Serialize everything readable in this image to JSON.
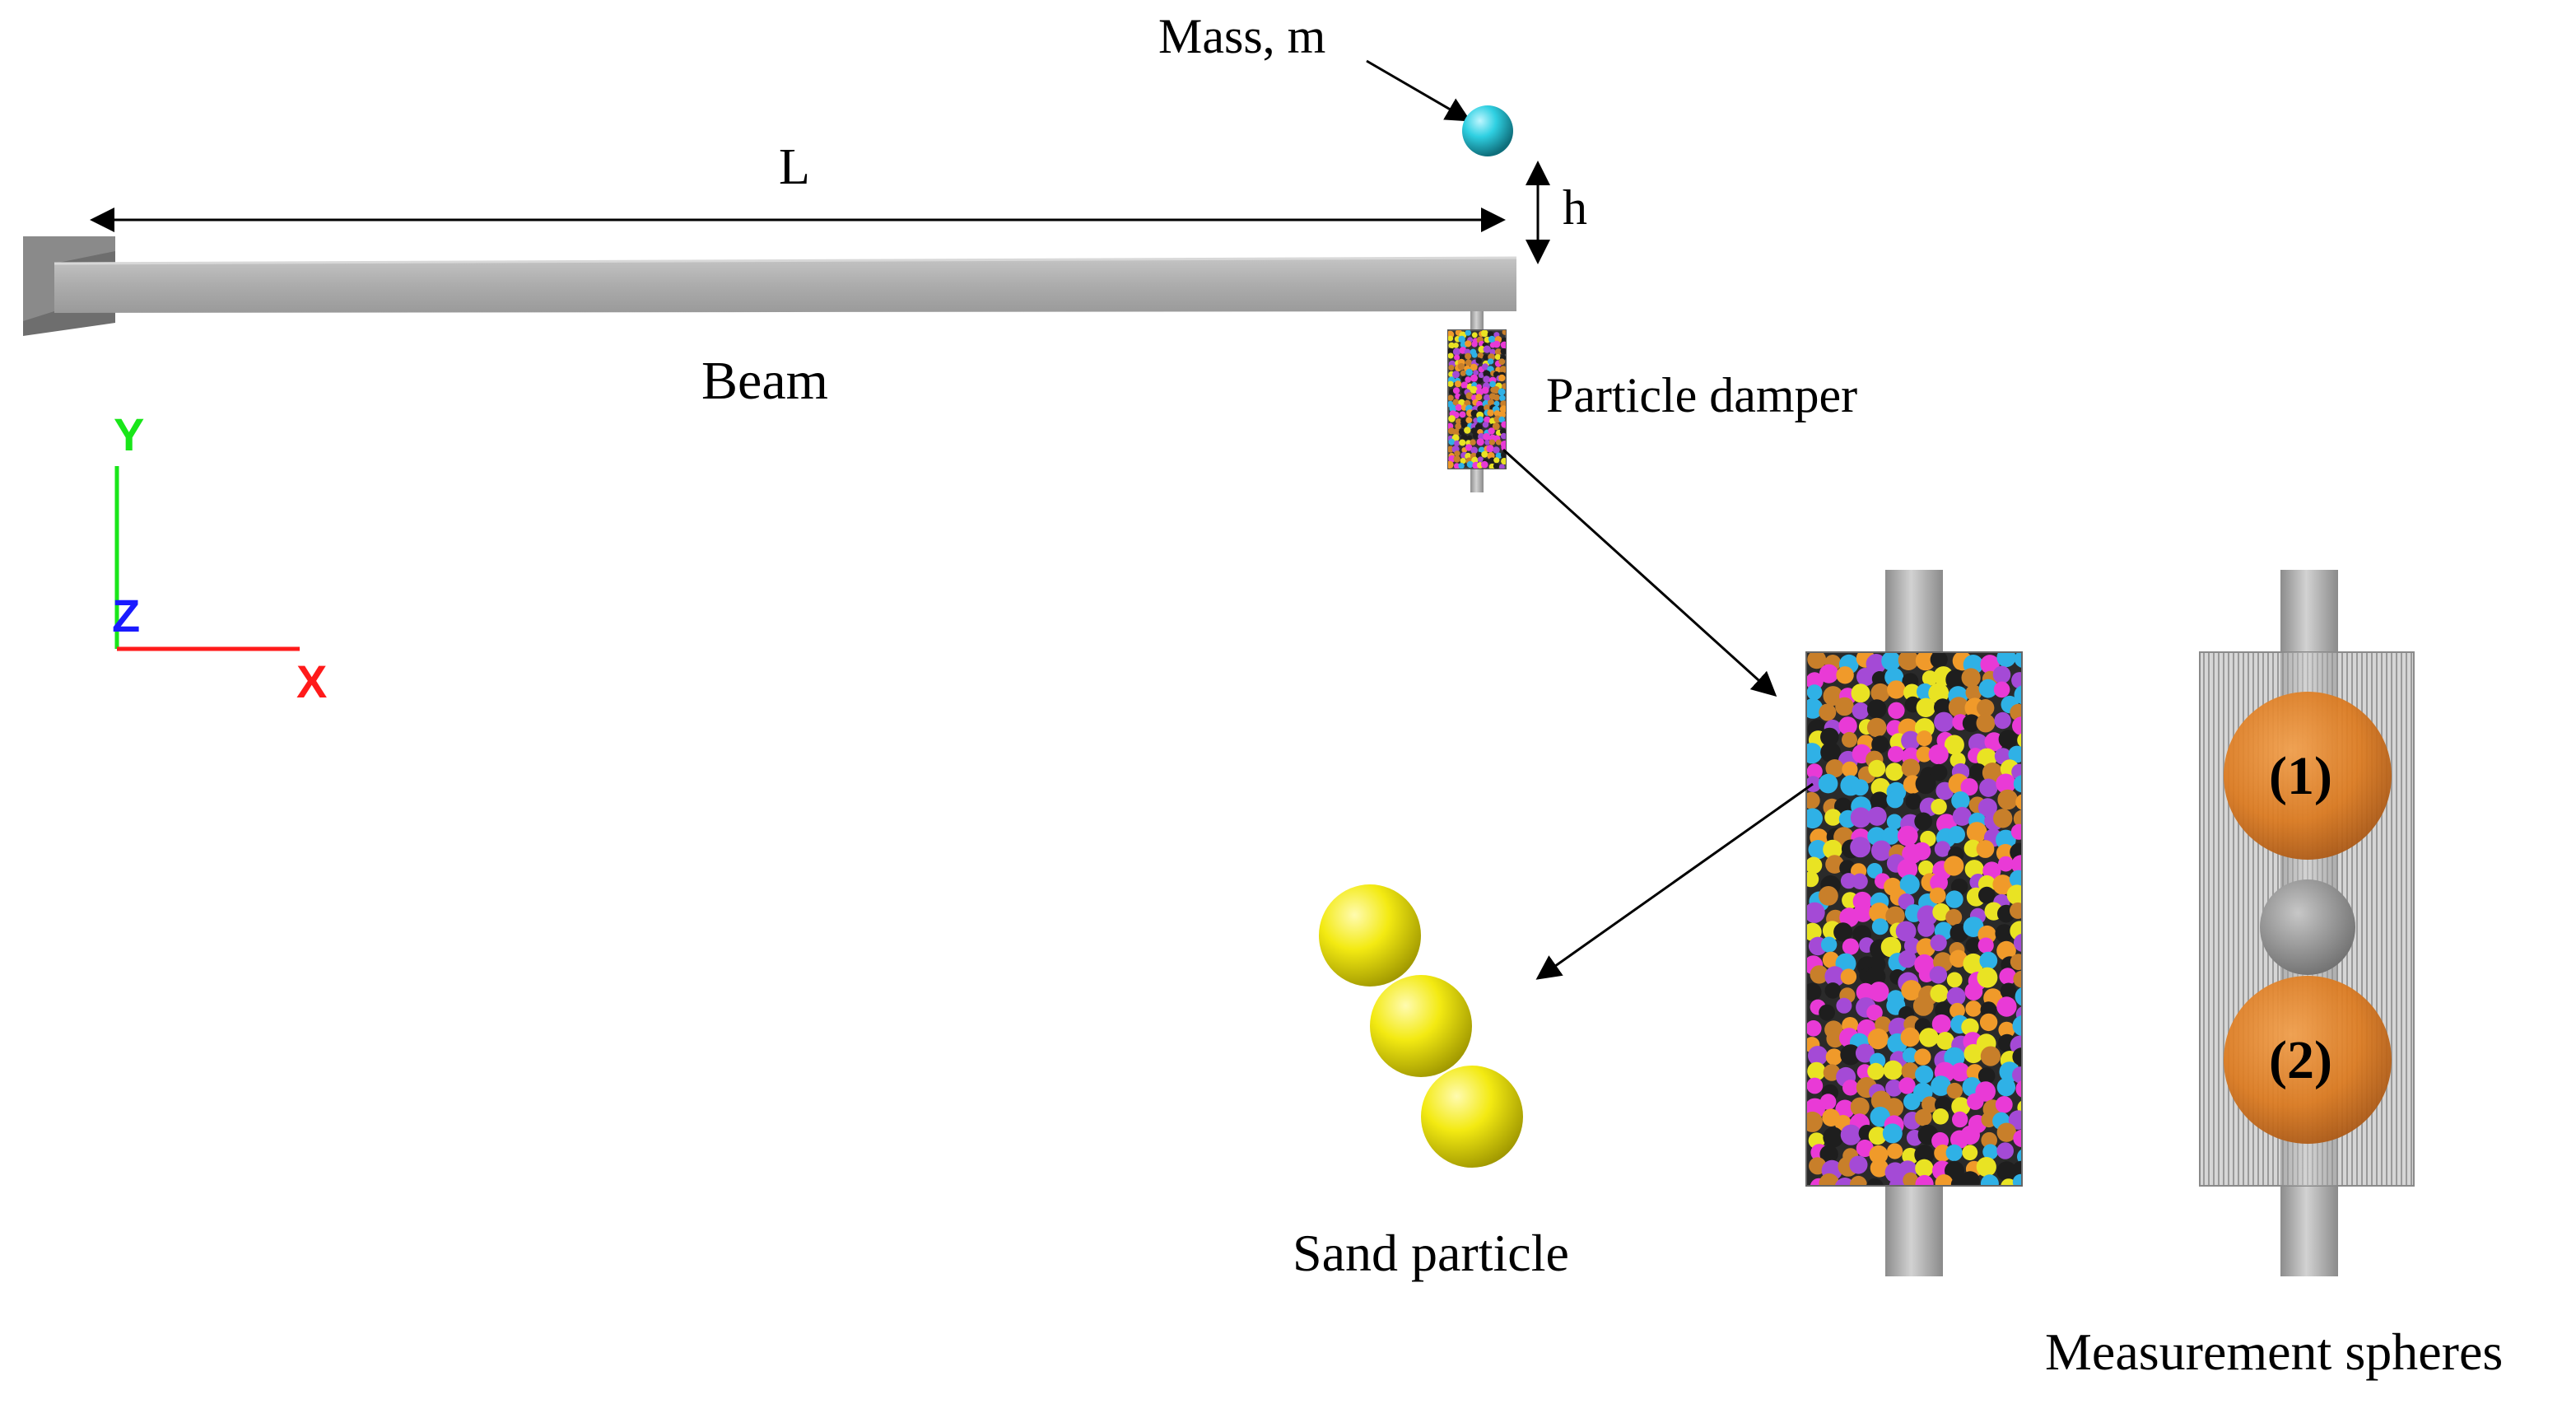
{
  "labels": {
    "mass": "Mass, m",
    "length": "L",
    "height": "h",
    "beam": "Beam",
    "damper": "Particle damper",
    "sand": "Sand particle",
    "measurement": "Measurement spheres",
    "sphere1": "(1)",
    "sphere2": "(2)"
  },
  "axes": {
    "x": "X",
    "y": "Y",
    "z": "Z"
  },
  "colors": {
    "beam": "#a9a9a9",
    "clamp": "#7a7a7a",
    "mass": "#27c4d8",
    "sand": "#f2ea1a",
    "measurement_sphere": "#e07b1e",
    "axis_x": "#ff1a1a",
    "axis_y": "#19e619",
    "axis_z": "#1a1aff",
    "particle_palette": [
      "#e93ad6",
      "#f09a2a",
      "#2fb1e6",
      "#1e1e1e",
      "#e9e323",
      "#a44ad6",
      "#c87f2a"
    ]
  }
}
